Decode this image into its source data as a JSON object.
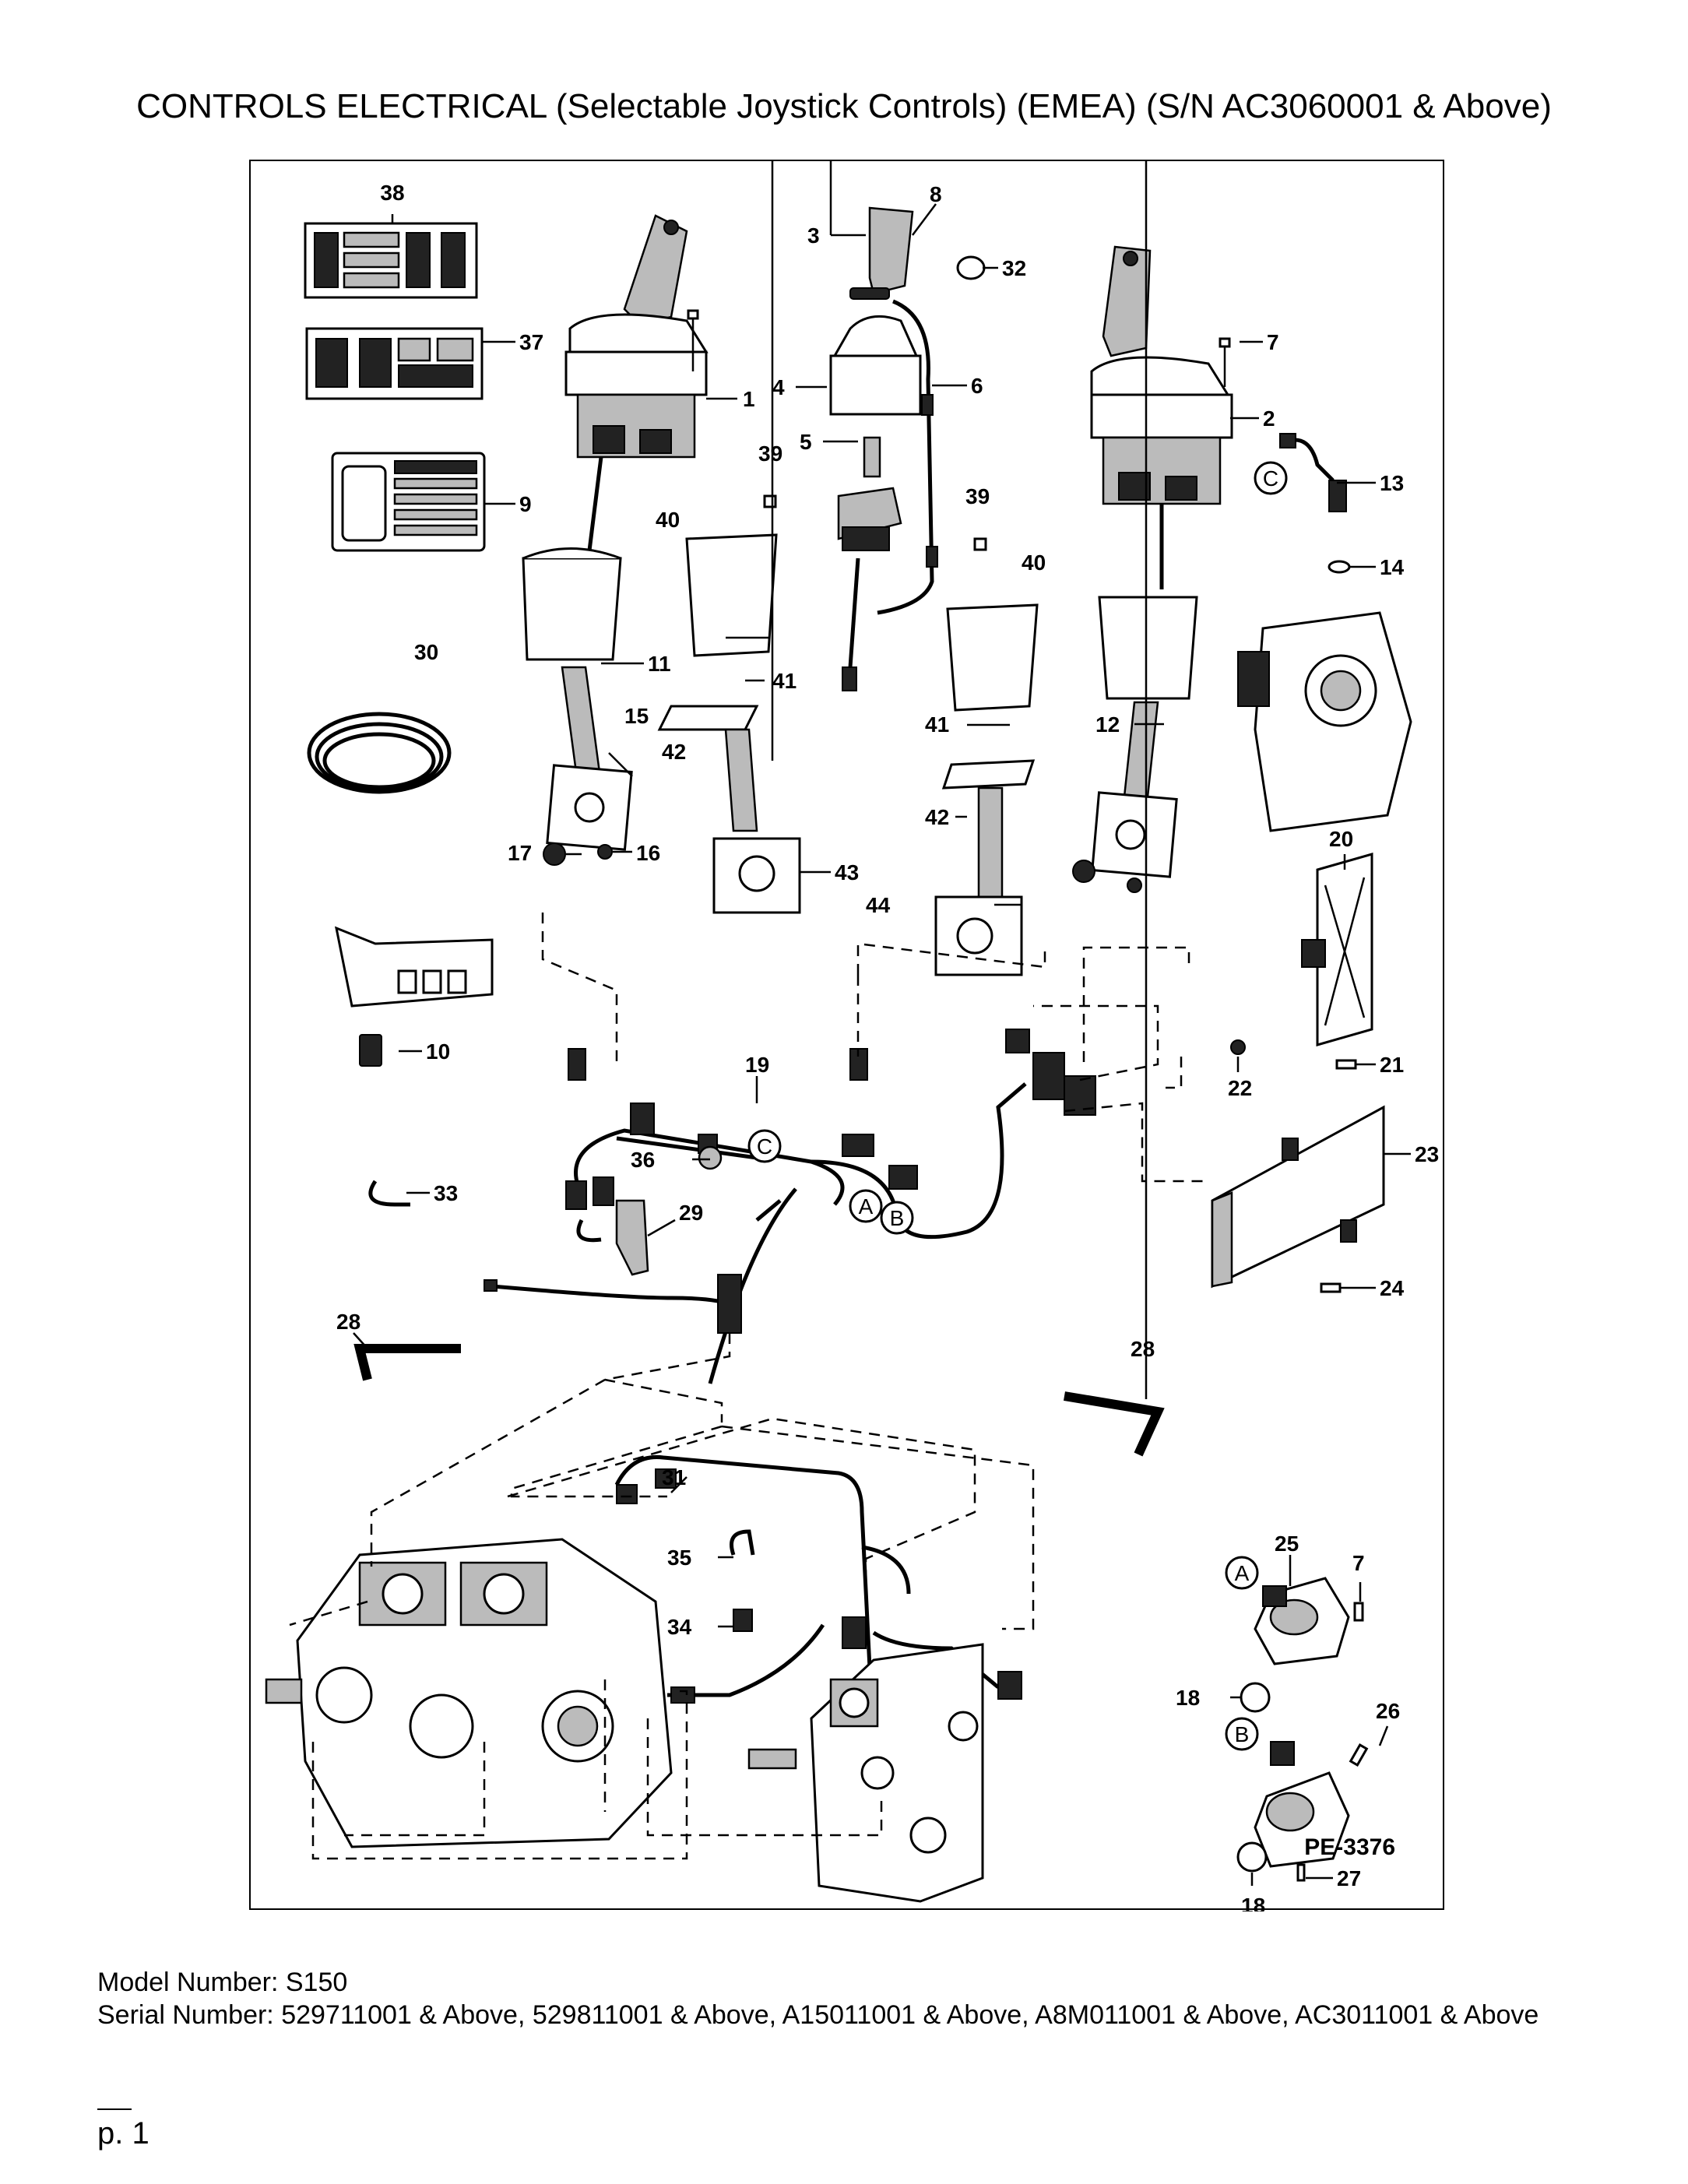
{
  "title": "CONTROLS ELECTRICAL (Selectable Joystick Controls) (EMEA) (S/N AC3060001 & Above)",
  "diagram": {
    "ref_code": "PE-3376",
    "connector_labels": [
      "A",
      "B",
      "C"
    ],
    "callouts": [
      "1",
      "2",
      "3",
      "4",
      "5",
      "6",
      "7",
      "8",
      "9",
      "10",
      "11",
      "12",
      "13",
      "14",
      "15",
      "16",
      "17",
      "18",
      "19",
      "20",
      "21",
      "22",
      "23",
      "24",
      "25",
      "26",
      "27",
      "28",
      "29",
      "30",
      "31",
      "32",
      "33",
      "34",
      "35",
      "36",
      "37",
      "38",
      "39",
      "40",
      "41",
      "42",
      "43",
      "44"
    ]
  },
  "footer": {
    "model": "Model Number: S150",
    "serial": "Serial Number: 529711001 & Above, 529811001 & Above, A15011001 & Above, A8M011001 & Above, AC3011001 & Above",
    "page": "p. 1"
  }
}
